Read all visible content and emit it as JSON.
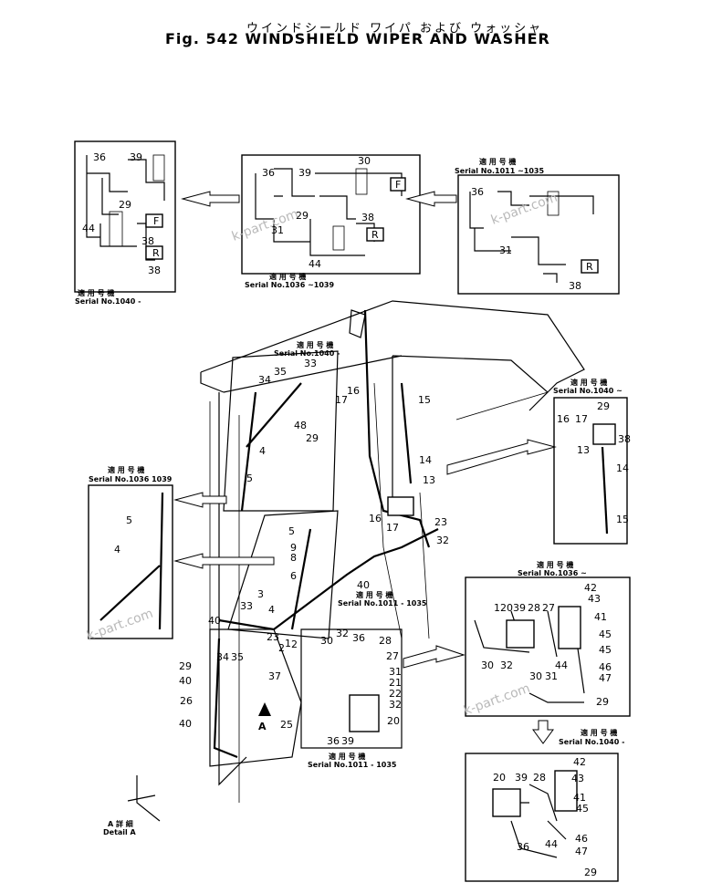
{
  "header": {
    "title_jp": "ウインドシールド ワイパ および ウォッシャ",
    "title_en": "Fig. 542 WINDSHIELD WIPER AND WASHER"
  },
  "serials": {
    "jp": "適 用 号 機",
    "s1040": "Serial No.1040 -",
    "s1036_1039": "Serial No.1036 ~1039",
    "s1011_1035": "Serial No.1011 ~1035",
    "s1040b": "Serial No.1040 -",
    "s1036_1039b": "Serial No.1036 1039",
    "s1011_1035b": "Serial No.1011 - 1035",
    "s1036": "Serial No.1036 ~",
    "s1011_1035c": "Serial No.1011 - 1035",
    "s1040c": "Serial No.1040 ~",
    "s1040d": "Serial No.1040 -"
  },
  "detail": {
    "jp": "A 詳 細",
    "en": "Detail A",
    "arrow_label": "A"
  },
  "watermark": "k-part.com",
  "parts": {
    "top_left": [
      "36",
      "39",
      "29",
      "44",
      "38",
      "38"
    ],
    "top_mid": [
      "36",
      "39",
      "30",
      "29",
      "31",
      "38",
      "44"
    ],
    "top_right": [
      "36",
      "31",
      "38"
    ],
    "main": [
      "34",
      "35",
      "33",
      "16",
      "17",
      "48",
      "29",
      "4",
      "5",
      "15",
      "16",
      "17",
      "14",
      "13",
      "23",
      "32",
      "40",
      "3",
      "4",
      "33",
      "2",
      "1",
      "37",
      "35",
      "34",
      "28",
      "27",
      "31",
      "21",
      "22",
      "32",
      "20",
      "30",
      "32",
      "36",
      "39",
      "36",
      "25",
      "26",
      "40",
      "40",
      "29",
      "9",
      "8",
      "6",
      "5",
      "40",
      "23",
      "2"
    ],
    "left_detail": [
      "5",
      "4"
    ],
    "right_top": [
      "16",
      "17",
      "29",
      "13",
      "38",
      "14",
      "15"
    ],
    "mid_right": [
      "1",
      "20",
      "39",
      "28",
      "27",
      "42",
      "43",
      "41",
      "45",
      "45",
      "46",
      "47",
      "30",
      "32",
      "30",
      "31",
      "44",
      "29"
    ],
    "bot_right": [
      "42",
      "43",
      "20",
      "39",
      "28",
      "41",
      "45",
      "46",
      "47",
      "36",
      "44",
      "29"
    ]
  },
  "wires": {
    "R": "R",
    "F": "F"
  }
}
